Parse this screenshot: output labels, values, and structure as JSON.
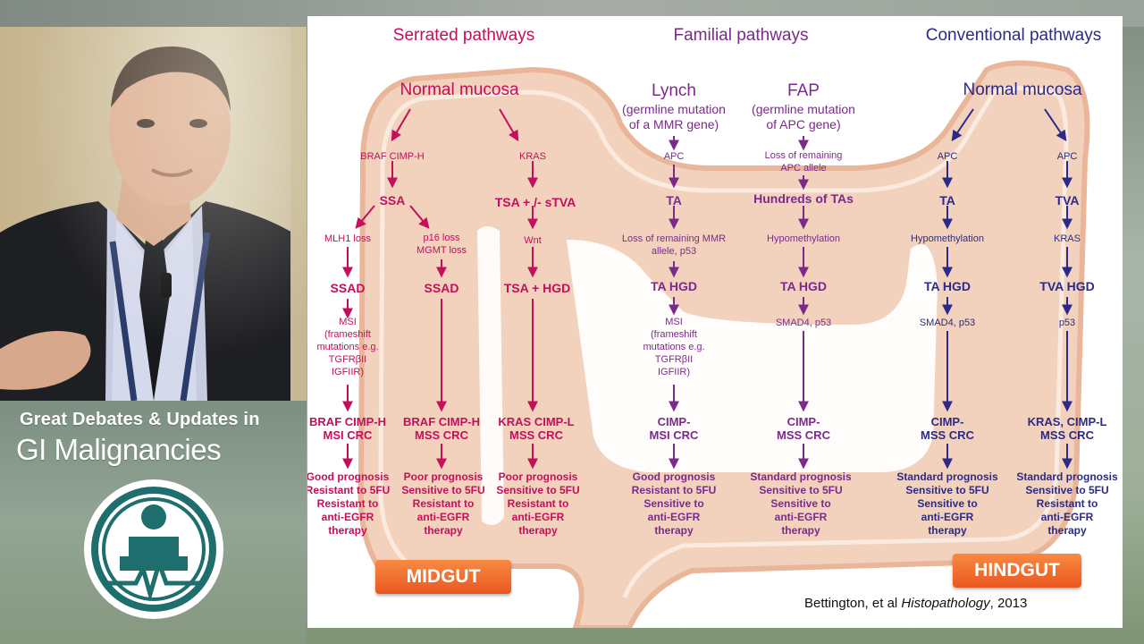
{
  "branding": {
    "line1": "Great Debates & Updates in",
    "line2": "GI Malignancies"
  },
  "slide": {
    "headers": {
      "serrated": "Serrated pathways",
      "familial": "Familial pathways",
      "conventional": "Conventional pathways"
    },
    "serrated": {
      "start": "Normal mucosa",
      "left_col": {
        "b1": "BRAF CIMP-H",
        "n1": "SSA",
        "b2": "MLH1 loss",
        "n2": "SSAD",
        "b3": [
          "MSI",
          "(frameshift",
          "mutations e.g.",
          "TGFRβII",
          "IGFIIR)"
        ],
        "outcome": [
          "BRAF CIMP-H",
          "MSI CRC"
        ],
        "prognosis": [
          "Good prognosis",
          "Resistant to 5FU",
          "Resistant to",
          "anti-EGFR",
          "therapy"
        ]
      },
      "mid_col": {
        "b2": [
          "p16 loss",
          "MGMT loss"
        ],
        "n2": "SSAD",
        "outcome": [
          "BRAF  CIMP-H",
          "MSS CRC"
        ],
        "prognosis": [
          "Poor prognosis",
          "Sensitive to 5FU",
          "Resistant to",
          "anti-EGFR",
          "therapy"
        ]
      },
      "right_col": {
        "b1": "KRAS",
        "n1": "TSA  + /-  sTVA",
        "b2": "Wnt",
        "n2": "TSA + HGD",
        "outcome": [
          "KRAS  CIMP-L",
          "MSS CRC"
        ],
        "prognosis": [
          "Poor prognosis",
          "Sensitive to 5FU",
          "Resistant to",
          "anti-EGFR",
          "therapy"
        ]
      }
    },
    "familial": {
      "lynch": {
        "title": "Lynch",
        "sub": [
          "(germline mutation",
          "of a MMR gene)"
        ],
        "b1": "APC",
        "n1": "TA",
        "b2": [
          "Loss of remaining MMR",
          "allele, p53"
        ],
        "n2": "TA HGD",
        "b3": [
          "MSI",
          "(frameshift",
          "mutations e.g.",
          "TGFRβII",
          "IGFIIR)"
        ],
        "outcome": [
          "CIMP-",
          "MSI  CRC"
        ],
        "prognosis": [
          "Good prognosis",
          "Resistant to 5FU",
          "Sensitive to",
          "anti-EGFR",
          "therapy"
        ]
      },
      "fap": {
        "title": "FAP",
        "sub": [
          "(germline mutation",
          "of APC gene)"
        ],
        "b1": [
          "Loss of remaining",
          "APC allele"
        ],
        "n1": "Hundreds of TAs",
        "b2": "Hypomethylation",
        "n2": "TA HGD",
        "b3": "SMAD4, p53",
        "outcome": [
          "CIMP-",
          "MSS CRC"
        ],
        "prognosis": [
          "Standard prognosis",
          "Sensitive to 5FU",
          "Sensitive to",
          "anti-EGFR",
          "therapy"
        ]
      }
    },
    "conventional": {
      "start": "Normal mucosa",
      "left_col": {
        "b1": "APC",
        "n1": "TA",
        "b2": "Hypomethylation",
        "n2": "TA HGD",
        "b3": "SMAD4, p53",
        "outcome": [
          "CIMP-",
          "MSS CRC"
        ],
        "prognosis": [
          "Standard prognosis",
          "Sensitive to 5FU",
          "Sensitive to",
          "anti-EGFR",
          "therapy"
        ]
      },
      "right_col": {
        "b1": "APC",
        "n1": "TVA",
        "b2": "KRAS",
        "n2": "TVA HGD",
        "b3": "p53",
        "outcome": [
          "KRAS, CIMP-L",
          "MSS CRC"
        ],
        "prognosis": [
          "Standard prognosis",
          "Sensitive to 5FU",
          "Resistant to",
          "anti-EGFR",
          "therapy"
        ]
      }
    },
    "midgut_label": "MIDGUT",
    "hindgut_label": "HINDGUT",
    "citation": {
      "authors": "Bettington, et al ",
      "journal": "Histopathology",
      "year": ", 2013"
    },
    "colors": {
      "serrated": "#c40f5b",
      "familial": "#7b2a8c",
      "conventional": "#2c2a86",
      "colon": "#f2d2bd",
      "button": "#ef6a2a"
    }
  }
}
